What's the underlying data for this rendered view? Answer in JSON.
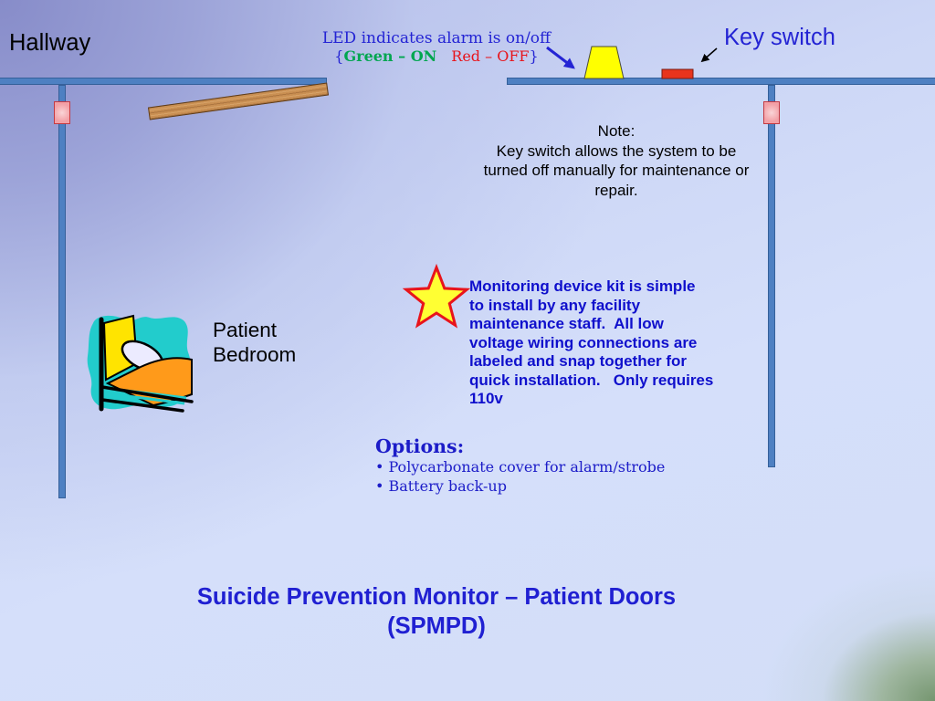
{
  "slide": {
    "hallway_label": "Hallway",
    "key_switch_label": "Key switch",
    "led_callout": {
      "line1": "LED indicates alarm is on/off",
      "brace_open": "{",
      "green_label": "Green – ON",
      "red_label": "Red – OFF",
      "brace_close": "}"
    },
    "note": {
      "heading": "Note:",
      "lines": [
        "Key switch allows the system to be",
        "turned off manually for maintenance or",
        "repair."
      ]
    },
    "kit_description": [
      "Monitoring device kit is simple",
      "to install by any facility",
      "maintenance staff.  All low",
      "voltage wiring connections are",
      "labeled and snap together for",
      "quick installation.   Only requires",
      "110v"
    ],
    "room_label": [
      "Patient",
      "Bedroom"
    ],
    "options": {
      "heading": "Options:",
      "bullet": "•",
      "items": [
        "Polycarbonate cover for alarm/strobe",
        "Battery back-up"
      ]
    },
    "title": [
      "Suicide Prevention Monitor – Patient Doors",
      "(SPMPD)"
    ]
  },
  "icons": {
    "led": "led-indicator-icon",
    "key_switch": "key-switch-icon",
    "sensor": "door-sensor-icon",
    "star": "star-icon",
    "bed": "bed-clipart-icon",
    "arrow": "arrow-icon"
  },
  "colors": {
    "callout_blue": "#2424D4",
    "kit_blue": "#0F0FCC",
    "options_blue": "#1C1CC8",
    "title_blue": "#2020D2",
    "led_on_green": "#00A650",
    "led_off_red": "#E8141B",
    "frame_blue": "#4E80C2",
    "sensor_pink": "#F3A0A6",
    "door_wood": "#C98F52",
    "led_yellow": "#FFFF00",
    "key_switch_red": "#E8341C",
    "star_fill": "#FFFF33",
    "star_outline": "#E8141B",
    "bed_backdrop": "#22CCCC"
  }
}
